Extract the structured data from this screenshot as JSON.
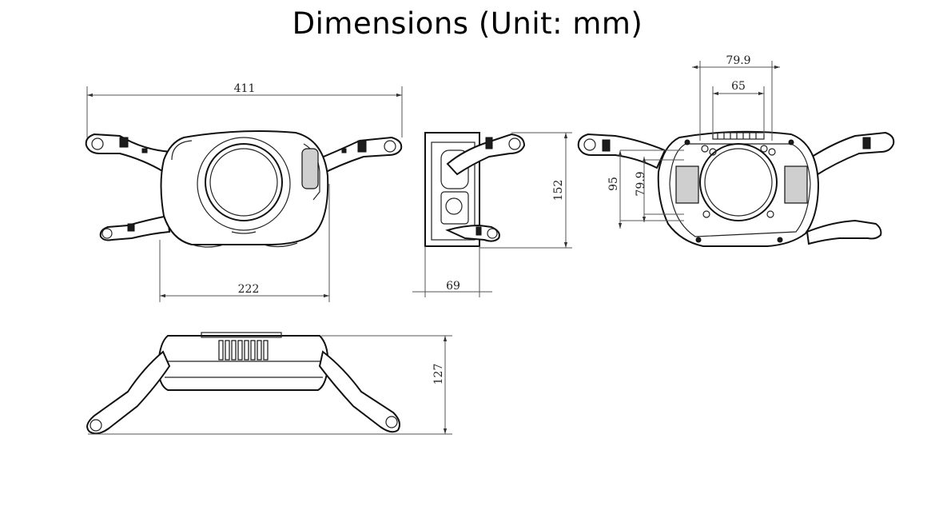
{
  "title": "Dimensions (Unit: mm)",
  "dimensions": {
    "overall_width": "411",
    "body_width": "222",
    "side_depth": "69",
    "height": "152",
    "bolt_span_outer": "79.9",
    "bolt_span_inner": "65",
    "vertical_95": "95",
    "vertical_79_9": "79.9",
    "top_view_depth": "127"
  }
}
